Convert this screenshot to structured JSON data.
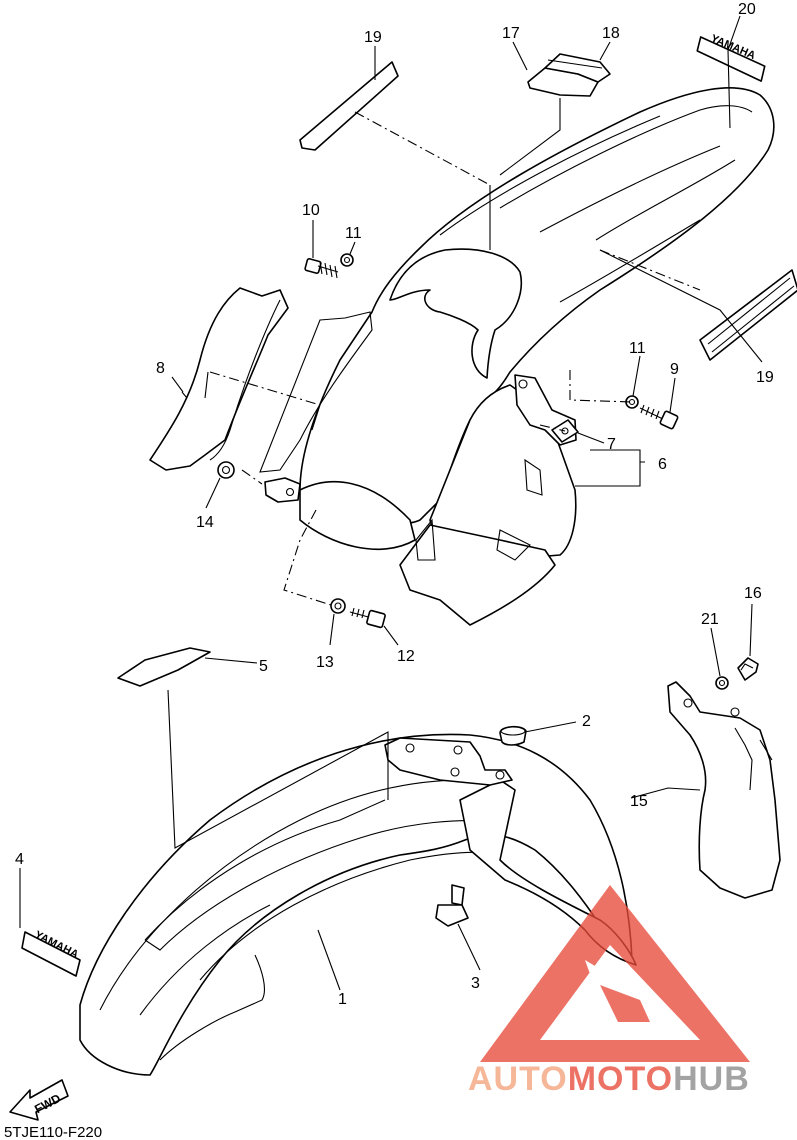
{
  "callouts": {
    "c1": "1",
    "c2": "2",
    "c3": "3",
    "c4": "4",
    "c5": "5",
    "c6": "6",
    "c7": "7",
    "c8": "8",
    "c9": "9",
    "c10": "10",
    "c11a": "11",
    "c11b": "11",
    "c12": "12",
    "c13": "13",
    "c14": "14",
    "c15": "15",
    "c16": "16",
    "c17": "17",
    "c18": "18",
    "c19a": "19",
    "c19b": "19",
    "c20": "20",
    "c21": "21"
  },
  "decals": {
    "front_fender_brand": "YAMAHA",
    "rear_fender_brand": "YAMAHA"
  },
  "direction_label": "FWD",
  "diagram_code": "5TJE110-F220",
  "watermark": {
    "part1": "AUTO",
    "part2": "MOTO",
    "part3": "HUB",
    "color_light": "#f4a27c",
    "color_red": "#e84b3c",
    "color_gray": "#8a8a8a"
  }
}
